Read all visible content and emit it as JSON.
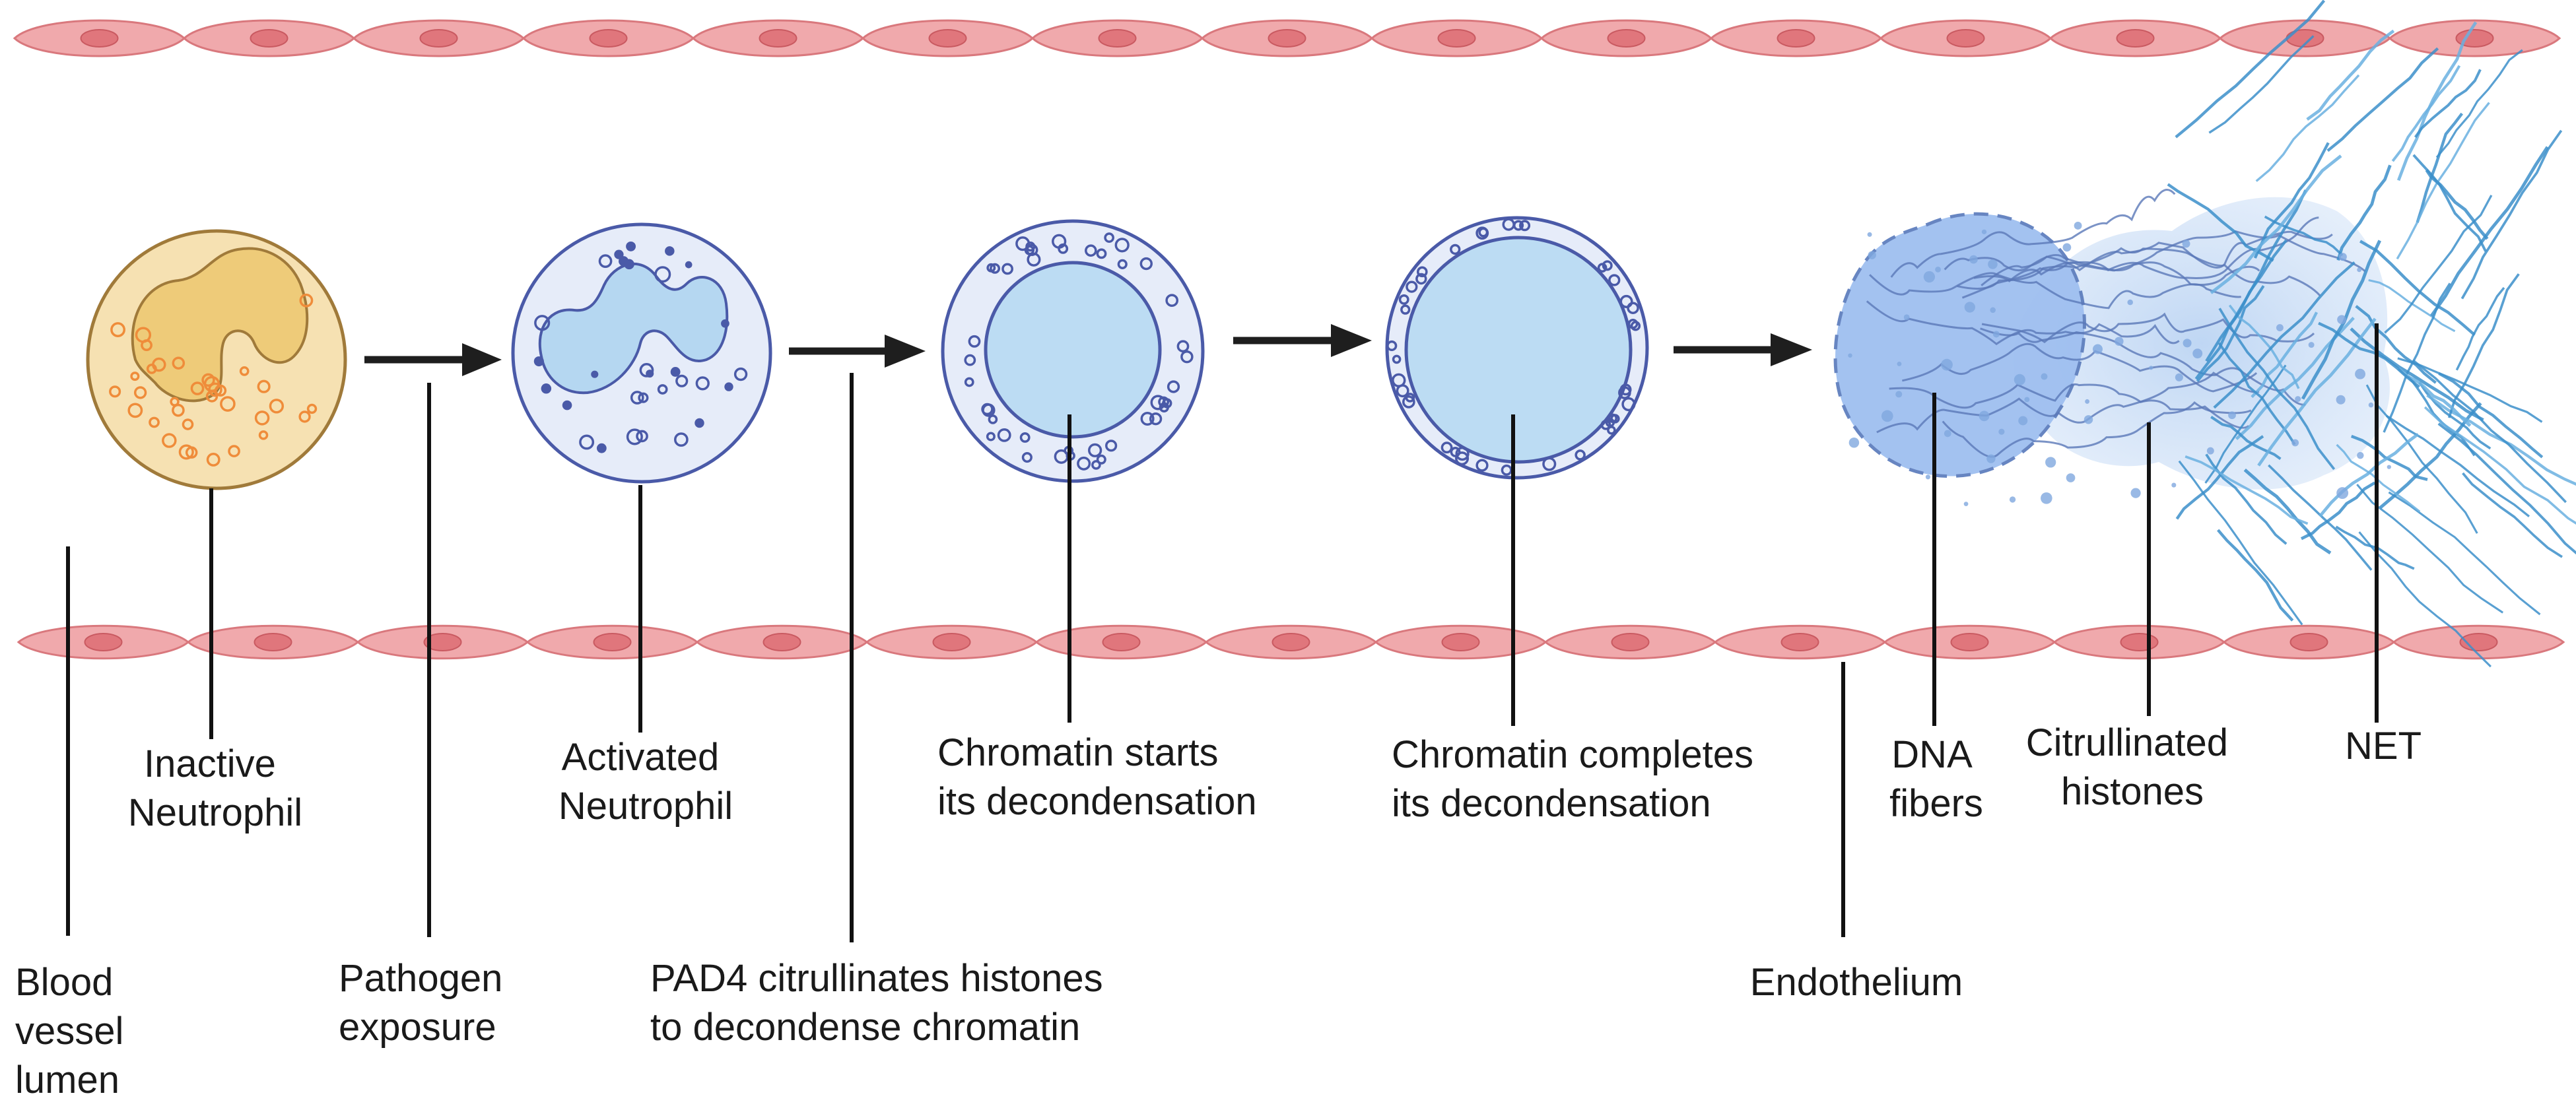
{
  "labels": {
    "blood_vessel_lumen": [
      "Blood",
      "vessel",
      "lumen"
    ],
    "inactive_neutrophil": [
      "Inactive",
      "Neutrophil"
    ],
    "pathogen_exposure": [
      "Pathogen",
      "exposure"
    ],
    "activated_neutrophil": [
      "Activated",
      "Neutrophil"
    ],
    "pad4": [
      "PAD4 citrullinates histones",
      "to decondense chromatin"
    ],
    "chromatin_starts": [
      "Chromatin starts",
      "its decondensation"
    ],
    "chromatin_completes": [
      "Chromatin completes",
      "its decondensation"
    ],
    "endothelium": [
      "Endothelium"
    ],
    "dna_fibers": [
      "DNA",
      "fibers"
    ],
    "citrullinated_histones": [
      "Citrullinated",
      "histones"
    ],
    "net": [
      "NET"
    ]
  },
  "colors": {
    "endothelial_cell": "#f0a9ac",
    "endothelial_nucleus": "#e0767c",
    "inactive_cell_fill": "#f6e1b2",
    "inactive_nucleus": "#eecb79",
    "inactive_granule": "#ef8c3a",
    "activated_cell_fill": "#e6ecf9",
    "activated_outline": "#4a5aa8",
    "activated_nucleus": "#b5d7f1",
    "chromatin_fill": "#bcdcf3",
    "net_fibers": "#3c8fca",
    "net_cloud": "#a9c8ee",
    "arrow": "#1e1e1e"
  }
}
